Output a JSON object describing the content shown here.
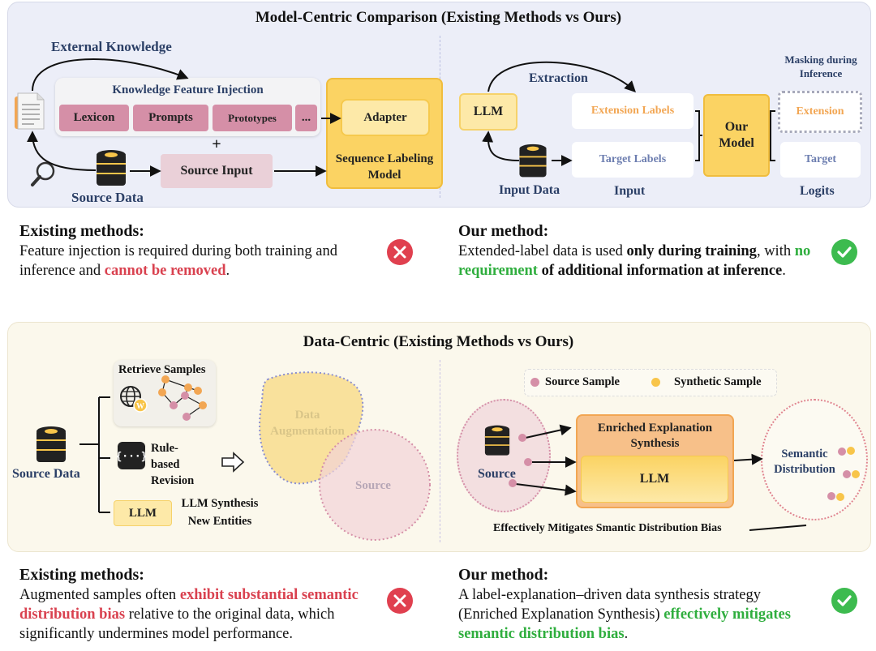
{
  "model_panel": {
    "title": "Model-Centric Comparison (Existing Methods vs Ours)",
    "external_knowledge": "External Knowledge",
    "feature_injection": "Knowledge Feature Injection",
    "features": [
      "Lexicon",
      "Prompts",
      "Prototypes",
      "..."
    ],
    "plus": "+",
    "source_input": "Source Input",
    "adapter": "Adapter",
    "seq_model": "Sequence Labeling Model",
    "source_data": "Source Data",
    "extraction": "Extraction",
    "llm": "LLM",
    "input_data": "Input Data",
    "extension_labels": "Extension Labels",
    "target_labels": "Target Labels",
    "input": "Input",
    "our_model": "Our Model",
    "masking": "Masking during Inference",
    "extension": "Extension",
    "target": "Target",
    "logits": "Logits"
  },
  "model_caption": {
    "existing_heading": "Existing methods:",
    "existing_text_1": "Feature injection is required during both training and inference and ",
    "existing_red": "cannot be removed",
    "existing_text_2": ".",
    "ours_heading": "Our method:",
    "ours_text_1": "Extended-label data is used ",
    "ours_bold_1": "only during training",
    "ours_text_2": ", with ",
    "ours_green": "no requirement",
    "ours_bold_2": " of additional information at inference",
    "ours_text_3": "."
  },
  "data_panel": {
    "title": "Data-Centric (Existing Methods vs Ours)",
    "source_data": "Source Data",
    "retrieve": "Retrieve Samples",
    "rule_based": "Rule-based Revision",
    "llm": "LLM",
    "llm_synthesis": "LLM Synthesis New Entities",
    "data_augmentation": "Data Augmentation",
    "source": "Source",
    "legend_source": "Source Sample",
    "legend_synthetic": "Synthetic Sample",
    "source_right": "Source",
    "enriched": "Enriched Explanation Synthesis",
    "llm_right": "LLM",
    "semantic": "Semantic Distribution",
    "mitigates": "Effectively Mitigates Smantic Distribution Bias"
  },
  "data_caption": {
    "existing_heading": "Existing methods:",
    "existing_text_1": "Augmented samples often ",
    "existing_red": "exhibit substantial semantic distribution bias",
    "existing_text_2": " relative to the original data, which significantly undermines model performance.",
    "ours_heading": "Our method:",
    "ours_text_1": "A label-explanation–driven data synthesis strategy (Enriched Explanation Synthesis) ",
    "ours_green": "effectively mitigates semantic distribution bias",
    "ours_text_2": "."
  },
  "colors": {
    "panel_top": "#eceef8",
    "panel_bottom": "#fbf8ec",
    "pink": "#d58fa7",
    "yellow": "#fbd363",
    "red": "#d9414f",
    "green": "#2fae3e",
    "navy": "#2b3f66"
  },
  "icons": [
    "document-icon",
    "magnifier-icon",
    "database-icon",
    "globe-icon",
    "code-icon",
    "check-icon",
    "cross-icon",
    "hollow-arrow-icon"
  ]
}
